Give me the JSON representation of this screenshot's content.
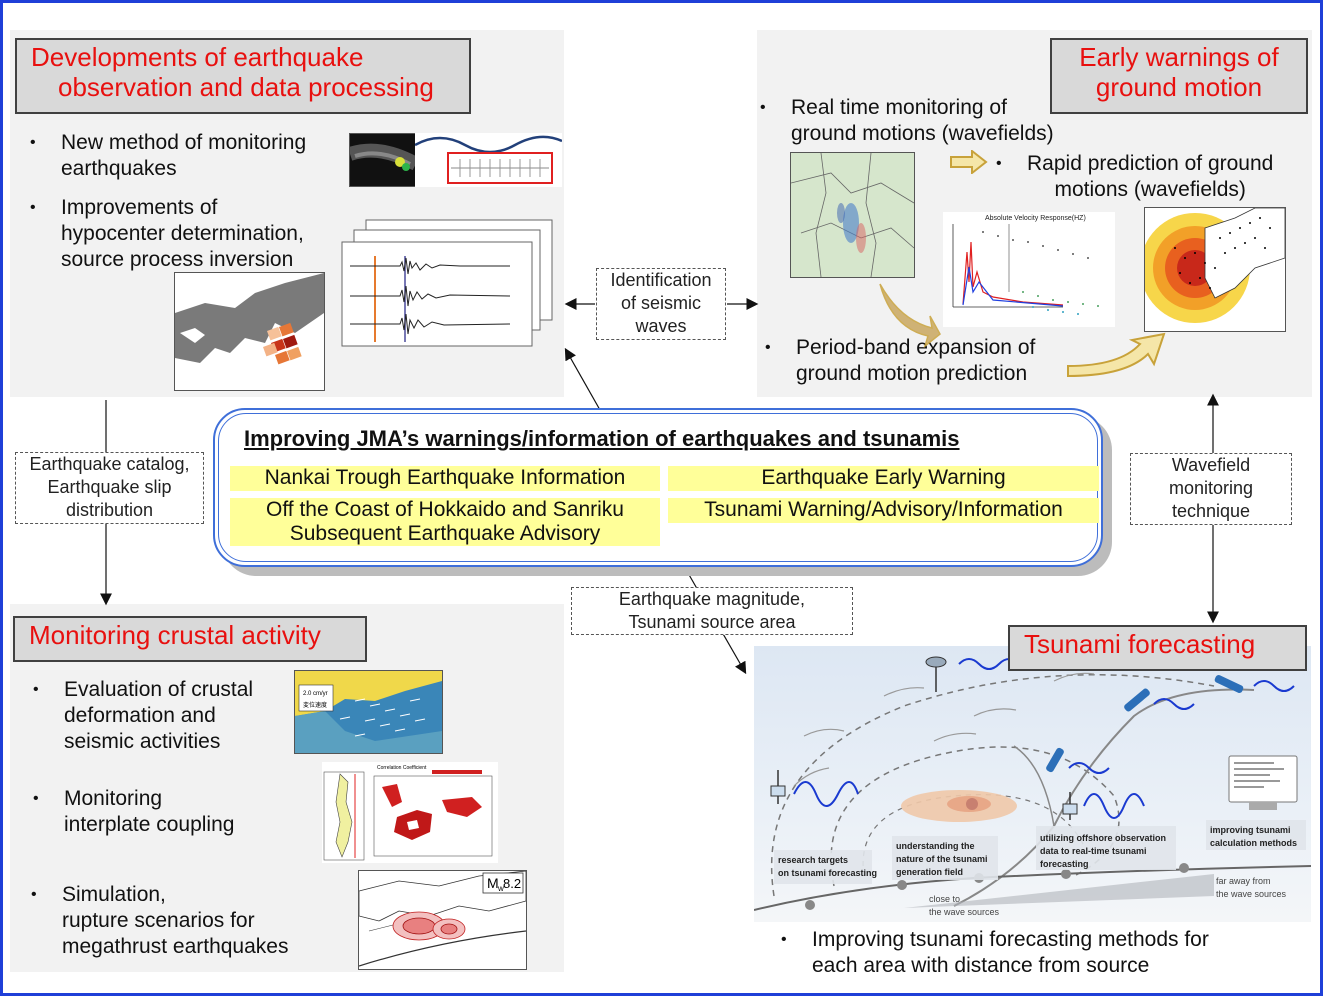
{
  "panels": {
    "developments": {
      "title_line1": "Developments of earthquake",
      "title_line2": "observation and data processing",
      "bullets": [
        {
          "line1": "New method of monitoring",
          "line2": "earthquakes"
        },
        {
          "line1": "Improvements of",
          "line2": "hypocenter determination,",
          "line3": "source process inversion"
        }
      ]
    },
    "early_warnings": {
      "title_line1": "Early warnings of",
      "title_line2": "ground motion",
      "bullets": [
        {
          "line1": "Real time monitoring of",
          "line2": "ground motions (wavefields)"
        },
        {
          "line1": "Rapid prediction of ground",
          "line2": "motions (wavefields)"
        },
        {
          "line1": "Period-band expansion of",
          "line2": "ground motion prediction"
        }
      ],
      "chart_title": "Absolute Velocity Response(HZ)"
    },
    "crustal": {
      "title": "Monitoring crustal activity",
      "bullets": [
        {
          "line1": "Evaluation of crustal",
          "line2": "deformation and",
          "line3": "seismic activities"
        },
        {
          "line1": "Monitoring",
          "line2": "interplate coupling"
        },
        {
          "line1": "Simulation,",
          "line2": "rupture scenarios for",
          "line3": "megathrust earthquakes"
        }
      ],
      "velocity_label": "2.0 cm/yr",
      "velocity_label_jp": "変位速度",
      "coupling_label": "Correlation Coefficient",
      "magnitude_label": "M",
      "magnitude_sub": "w",
      "magnitude_value": "8.2"
    },
    "tsunami": {
      "title": "Tsunami forecasting",
      "bullet": {
        "line1": "Improving tsunami forecasting methods for",
        "line2": "each area with distance from source"
      },
      "labels": {
        "research_line1": "research targets",
        "research_line2": "on tsunami forecasting",
        "understanding_line1": "understanding the",
        "understanding_line2": "nature of the tsunami",
        "understanding_line3": "generation field",
        "utilizing_line1": "utilizing offshore observation",
        "utilizing_line2": "data to real-time tsunami",
        "utilizing_line3": "forecasting",
        "improving_line1": "improving tsunami",
        "improving_line2": "calculation methods",
        "close_line1": "close to",
        "close_line2": "the wave sources",
        "far_line1": "far away from",
        "far_line2": "the wave sources"
      }
    }
  },
  "center": {
    "heading": "Improving JMA’s warnings/information of earthquakes and tsunamis",
    "items": [
      "Nankai Trough Earthquake Information",
      "Earthquake Early Warning",
      "Off the Coast of Hokkaido and Sanriku",
      "Subsequent Earthquake Advisory",
      "Tsunami Warning/Advisory/Information"
    ]
  },
  "connectors": {
    "seismic_waves": {
      "line1": "Identification",
      "line2": "of seismic",
      "line3": "waves"
    },
    "catalog": {
      "line1": "Earthquake catalog,",
      "line2": "Earthquake slip",
      "line3": "distribution"
    },
    "wavefield": {
      "line1": "Wavefield",
      "line2": "monitoring",
      "line3": "technique"
    },
    "magnitude": {
      "line1": "Earthquake magnitude,",
      "line2": "Tsunami source area"
    }
  },
  "colors": {
    "title_text": "#e8100f",
    "frame": "#1f3fd8",
    "highlight": "#ffff99",
    "arrow_fill": "#f5e6a8",
    "arrow_stroke": "#c8a23a"
  }
}
